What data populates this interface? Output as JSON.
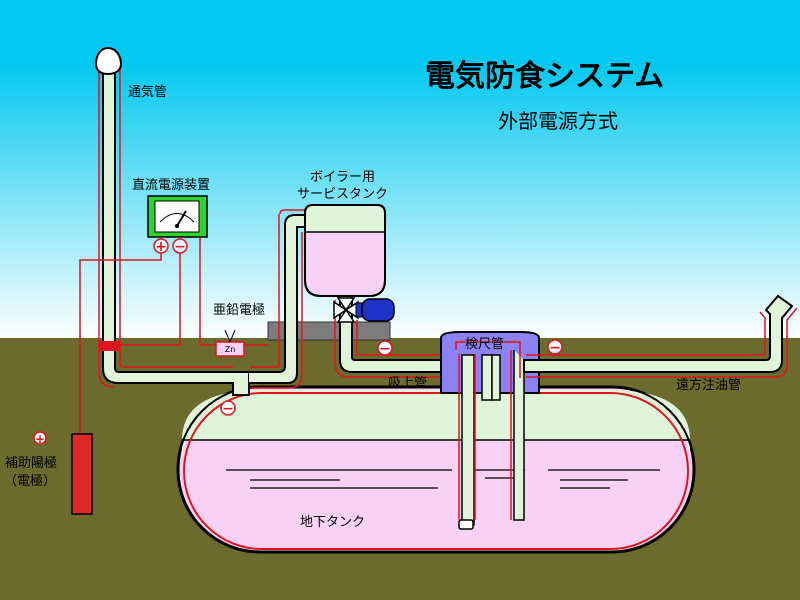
{
  "title": "電気防食システム",
  "subtitle": "外部電源方式",
  "labels": {
    "vent_pipe": "通気管",
    "dc_power_unit": "直流電源装置",
    "service_tank_line1": "ボイラー用",
    "service_tank_line2": "サービスタンク",
    "zinc_electrode": "亜鉛電極",
    "zinc_symbol": "Zn",
    "gauge_pipe": "検尺管",
    "suction_pipe": "吸上管",
    "remote_fill_pipe": "遠方注油管",
    "aux_anode_line1": "補助陽極",
    "aux_anode_line2": "（電極）",
    "underground_tank": "地下タンク"
  },
  "signs": {
    "plus": "+",
    "minus": "−"
  },
  "colors": {
    "sky_top": "#00c8f0",
    "sky_bottom": "#ffffff",
    "ground": "#6b6b2e",
    "pipe_fill": "#dff4d8",
    "tank_liquid": "#f8d2f4",
    "wire_red": "#e0141e",
    "gauge_chamber": "#8c82f5",
    "pump": "#1e32c8",
    "anode": "#e02828",
    "slab": "#7c7c7c"
  }
}
